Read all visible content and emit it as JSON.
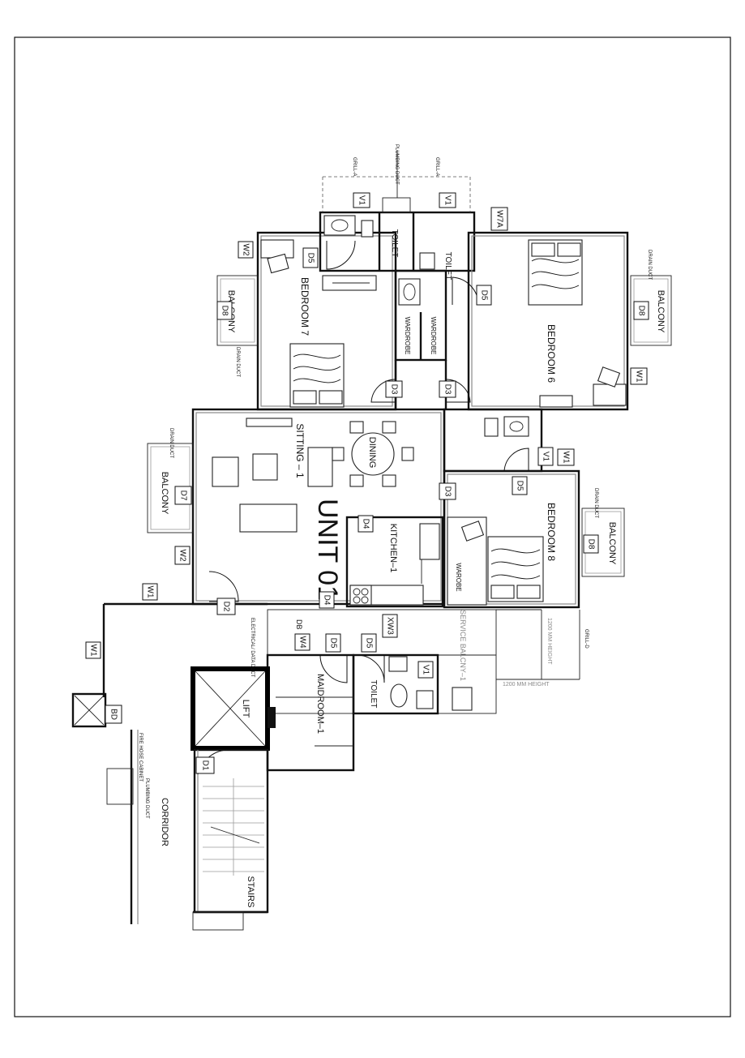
{
  "unit_title": "UNIT 01",
  "rooms": {
    "bedroom6": "BEDROOM 6",
    "bedroom7": "BEDROOM 7",
    "bedroom8": "BEDROOM 8",
    "sitting": "SITTING – 1",
    "dining": "DINING",
    "kitchen": "KITCHEN–1",
    "maidroom": "MAIDROOM–1",
    "toilet": "TOILET",
    "balcony": "BALCONY",
    "service_balcony": "SERVICE BALCNY–1",
    "lift": "LIFT",
    "stairs": "STAIRS",
    "corridor": "CORRIDOR",
    "wardrobe": "WARDROBE",
    "warobe": "WAROBE"
  },
  "labels": {
    "plumbing_duct": "PLUMBING DUCT",
    "drain_duct": "DRAIN DUCT",
    "grill_a": "GRILL-A",
    "grill_d": "GRILL-D",
    "fire_hose_cabinet": "FIRE HOSE CABINET",
    "electrical_data_duct": "ELECTRICAL/ DATA DUCT",
    "height_1200": "1200 MM HEIGHT",
    "height_1200b": "1200 MM HEIGHT",
    "db": "DB"
  },
  "tags": {
    "v1": "V1",
    "w1": "W1",
    "w2": "W2",
    "w4": "W4",
    "w7a": "W7A",
    "xw3": "XW3",
    "d1": "D1",
    "d2": "D2",
    "d3": "D3",
    "d4": "D4",
    "d5": "D5",
    "d7": "D7",
    "d8": "D8",
    "bd": "BD"
  }
}
